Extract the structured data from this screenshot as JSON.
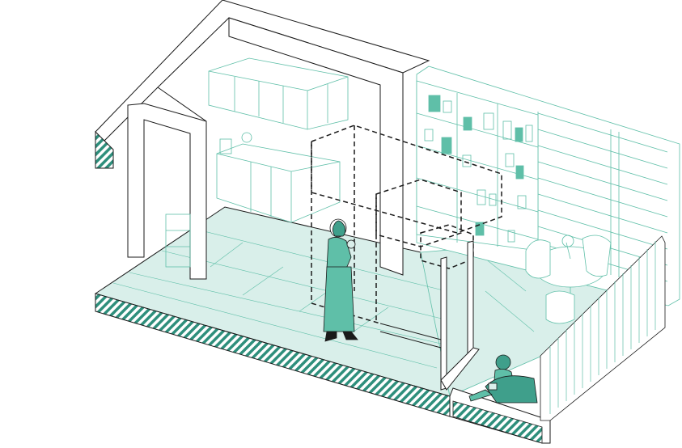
{
  "colors": {
    "accent": "#5fbfa8",
    "accent_light": "#d9efea",
    "accent_dark": "#3f9f8b",
    "line": "#1a1a1a",
    "cut_hatch": "#2e8f7c"
  },
  "scene": {
    "figures": [
      "standing-woman",
      "sitting-child"
    ],
    "furniture": [
      "kitchen-counter",
      "upper-cabinets",
      "shelving-unit",
      "round-table",
      "chairs",
      "balcony-railing",
      "sliding-door-frame"
    ]
  }
}
